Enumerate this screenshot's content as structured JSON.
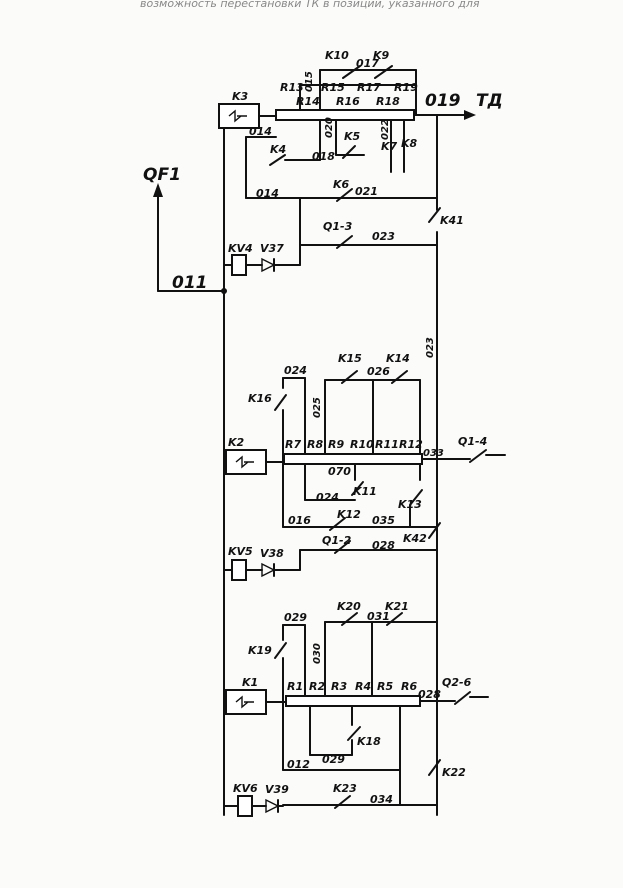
{
  "header_fragment": "возможность перестановки ТК в позиции, указанного для",
  "labels": {
    "QF1": "QF1",
    "n011": "011",
    "n019": "019",
    "TD": "ТД",
    "K1": "K1",
    "K2": "K2",
    "K3": "K3",
    "K4": "K4",
    "K5": "K5",
    "K6": "K6",
    "K7": "K7",
    "K8": "K8",
    "K9": "K9",
    "K10": "K10",
    "K11": "K11",
    "K12": "K12",
    "K13": "K13",
    "K14": "K14",
    "K15": "K15",
    "K16": "K16",
    "K18": "K18",
    "K19": "K19",
    "K20": "K20",
    "K21": "K21",
    "K22": "K22",
    "K23": "K23",
    "K41": "K41",
    "K42": "K42",
    "KV4": "KV4",
    "KV5": "KV5",
    "KV6": "KV6",
    "V37": "V37",
    "V38": "V38",
    "V39": "V39",
    "Q1_3": "Q1-3",
    "Q1_2": "Q1-2",
    "Q1_4": "Q1-4",
    "Q2_6": "Q2-6",
    "R1": "R1",
    "R2": "R2",
    "R3": "R3",
    "R4": "R4",
    "R5": "R5",
    "R6": "R6",
    "R7": "R7",
    "R8": "R8",
    "R9": "R9",
    "R10": "R10",
    "R11": "R11",
    "R12": "R12",
    "R13": "R13",
    "R14": "R14",
    "R15": "R15",
    "R16": "R16",
    "R17": "R17",
    "R18": "R18",
    "R19": "R19",
    "n012": "012",
    "n014a": "014",
    "n014b": "014",
    "n015": "015",
    "n016": "016",
    "n017": "017",
    "n018": "018",
    "n020": "020",
    "n021": "021",
    "n022": "022",
    "n023a": "023",
    "n023b": "023",
    "n024a": "024",
    "n024b": "024",
    "n025": "025",
    "n026": "026",
    "n028a": "028",
    "n028b": "028",
    "n029a": "029",
    "n029b": "029",
    "n030": "030",
    "n031": "031",
    "n033": "033",
    "n034": "034",
    "n035": "035",
    "n070": "070"
  }
}
